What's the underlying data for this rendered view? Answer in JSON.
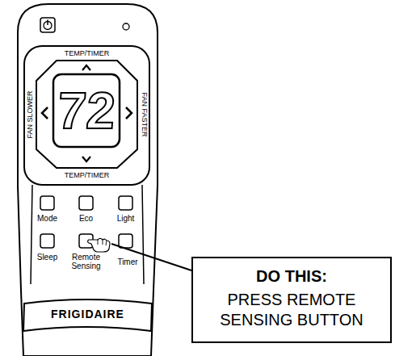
{
  "diagram": {
    "nodes": [
      {
        "text": [
          "DO THIS:",
          "PRESS REMOTE SENSING BUTTON"
        ]
      }
    ],
    "labels": [
      "TEMP/TIMER",
      "FAN SLOWER",
      "72",
      "FAN FASTER",
      "TEMP/TIMER",
      "Mode",
      "Eco",
      "Light",
      "Sleep",
      "Remote Sensing",
      "Timer",
      "FRIGIDAIRE"
    ]
  }
}
